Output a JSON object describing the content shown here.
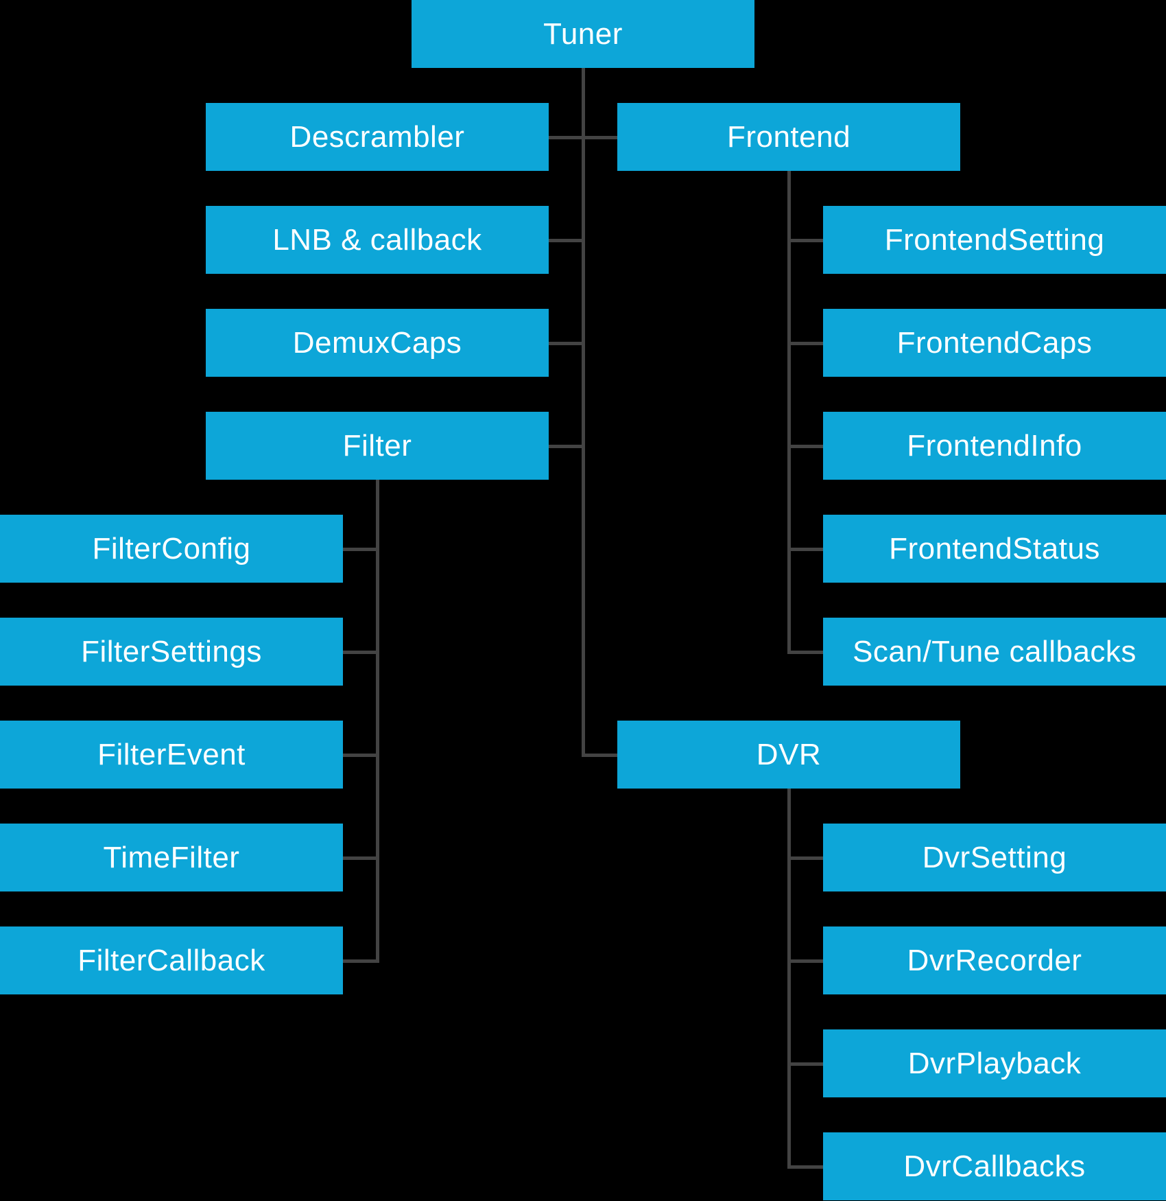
{
  "diagram": {
    "description": "Tuner framework class hierarchy diagram",
    "colors": {
      "background": "#000000",
      "box_fill": "#0da6d8",
      "box_text": "#ffffff",
      "connector": "#434343"
    },
    "nodes": [
      {
        "id": "tuner",
        "label": "Tuner"
      },
      {
        "id": "descrambler",
        "label": "Descrambler"
      },
      {
        "id": "lnb-callback",
        "label": "LNB & callback"
      },
      {
        "id": "demux-caps",
        "label": "DemuxCaps"
      },
      {
        "id": "filter",
        "label": "Filter"
      },
      {
        "id": "filter-config",
        "label": "FilterConfig"
      },
      {
        "id": "filter-settings",
        "label": "FilterSettings"
      },
      {
        "id": "filter-event",
        "label": "FilterEvent"
      },
      {
        "id": "time-filter",
        "label": "TimeFilter"
      },
      {
        "id": "filter-callback",
        "label": "FilterCallback"
      },
      {
        "id": "frontend",
        "label": "Frontend"
      },
      {
        "id": "frontend-setting",
        "label": "FrontendSetting"
      },
      {
        "id": "frontend-caps",
        "label": "FrontendCaps"
      },
      {
        "id": "frontend-info",
        "label": "FrontendInfo"
      },
      {
        "id": "frontend-status",
        "label": "FrontendStatus"
      },
      {
        "id": "scan-tune-callbacks",
        "label": "Scan/Tune callbacks"
      },
      {
        "id": "dvr",
        "label": "DVR"
      },
      {
        "id": "dvr-setting",
        "label": "DvrSetting"
      },
      {
        "id": "dvr-recorder",
        "label": "DvrRecorder"
      },
      {
        "id": "dvr-playback",
        "label": "DvrPlayback"
      },
      {
        "id": "dvr-callbacks",
        "label": "DvrCallbacks"
      }
    ]
  }
}
